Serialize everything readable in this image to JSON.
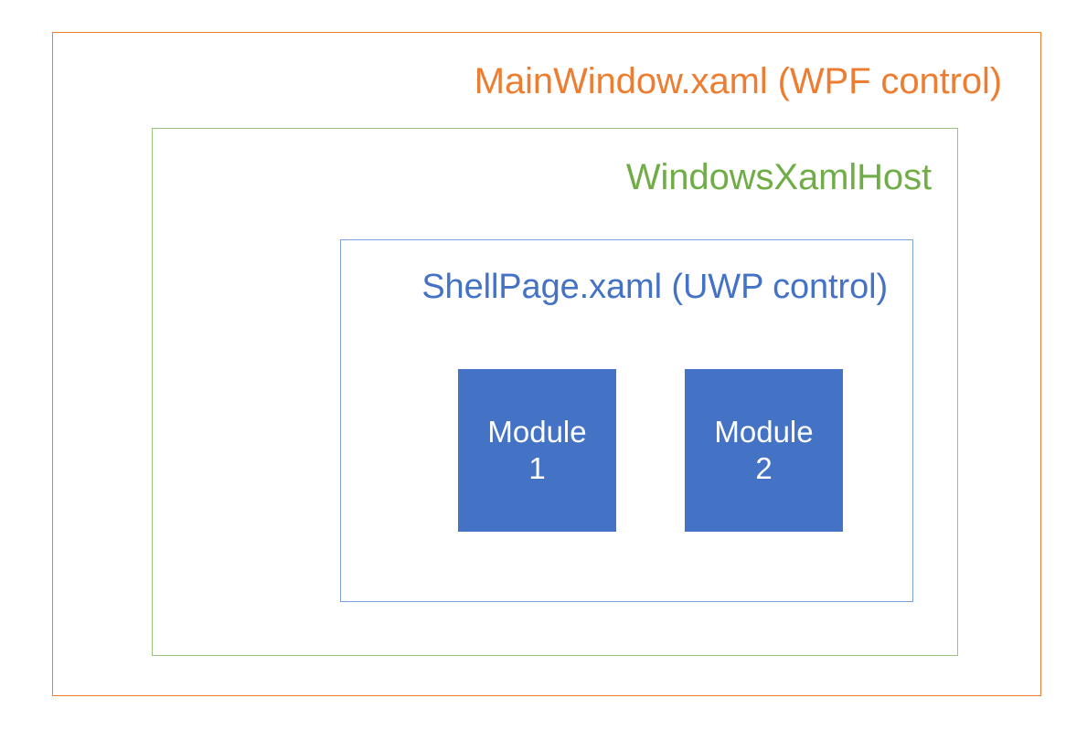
{
  "diagram": {
    "type": "nested-containment",
    "background_color": "#FFFFFF",
    "outer": {
      "label": "MainWindow.xaml (WPF control)",
      "border_color": "#ED7D31",
      "text_color": "#ED7D31"
    },
    "middle": {
      "label": "WindowsXamlHost",
      "border_color": "#9CC47F",
      "text_color": "#70AD47"
    },
    "inner": {
      "label": "ShellPage.xaml (UWP control)",
      "border_color": "#7BA0DC",
      "text_color": "#4472C4"
    },
    "modules": [
      {
        "name": "module-1",
        "line1": "Module",
        "line2": "1",
        "fill_color": "#4472C4",
        "text_color": "#FFFFFF"
      },
      {
        "name": "module-2",
        "line1": "Module",
        "line2": "2",
        "fill_color": "#4472C4",
        "text_color": "#FFFFFF"
      }
    ]
  }
}
